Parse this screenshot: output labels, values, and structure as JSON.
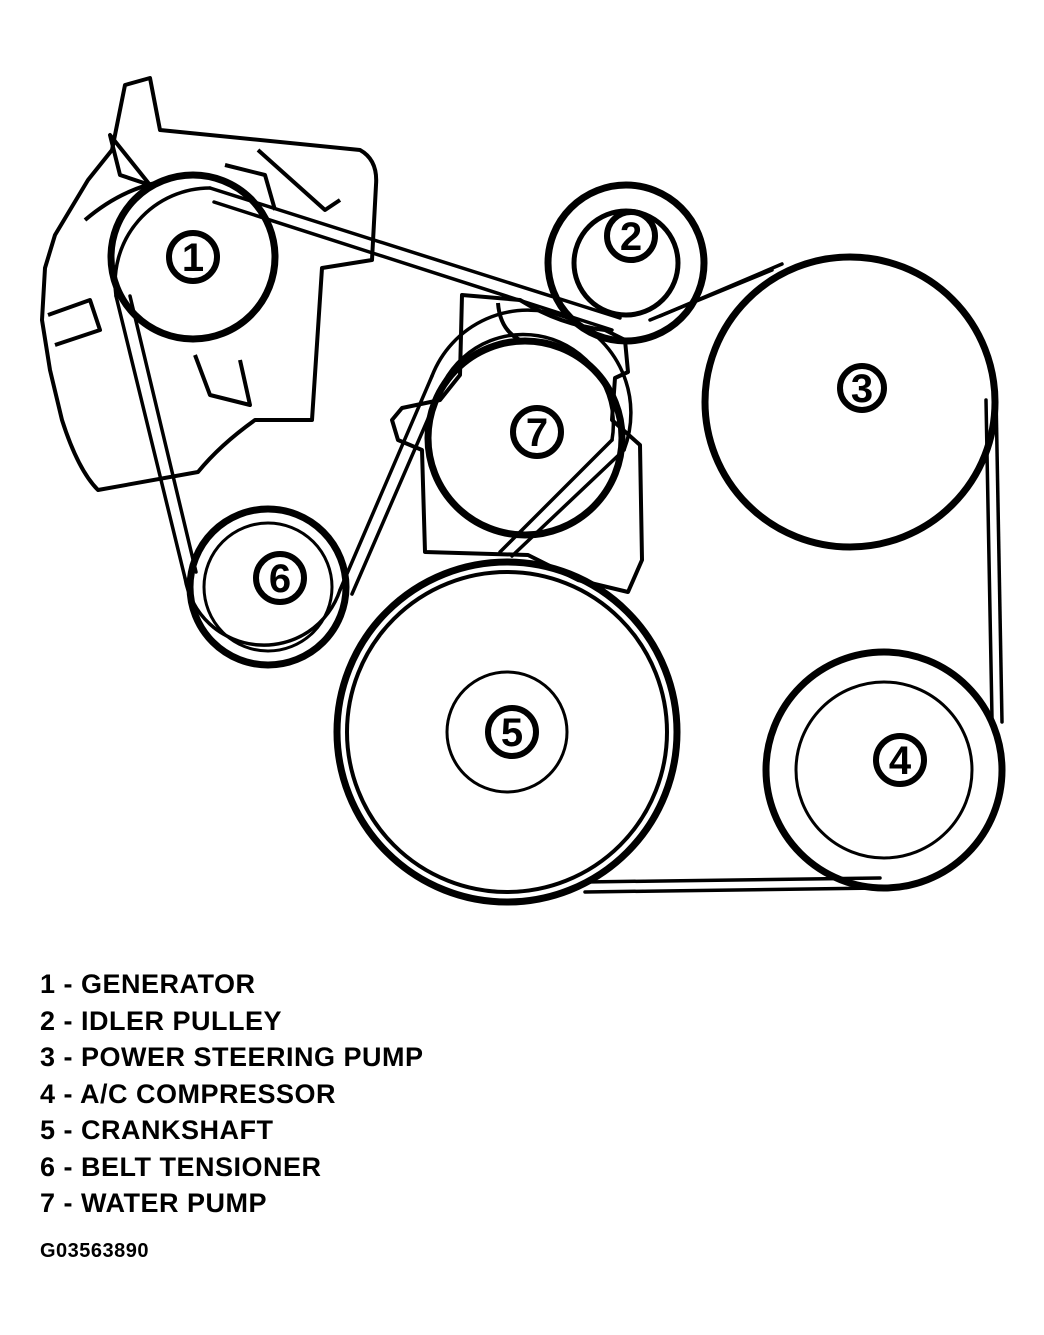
{
  "diagram": {
    "pulleys": [
      {
        "number": "1",
        "name": "GENERATOR"
      },
      {
        "number": "2",
        "name": "IDLER PULLEY"
      },
      {
        "number": "3",
        "name": "POWER STEERING PUMP"
      },
      {
        "number": "4",
        "name": "A/C COMPRESSOR"
      },
      {
        "number": "5",
        "name": "CRANKSHAFT"
      },
      {
        "number": "6",
        "name": "BELT TENSIONER"
      },
      {
        "number": "7",
        "name": "WATER PUMP"
      }
    ]
  },
  "legend": {
    "items": [
      "1 - GENERATOR",
      "2 - IDLER PULLEY",
      "3 - POWER STEERING PUMP",
      "4 - A/C COMPRESSOR",
      "5 - CRANKSHAFT",
      "6 - BELT TENSIONER",
      "7 - WATER PUMP"
    ]
  },
  "figure_id": "G03563890"
}
